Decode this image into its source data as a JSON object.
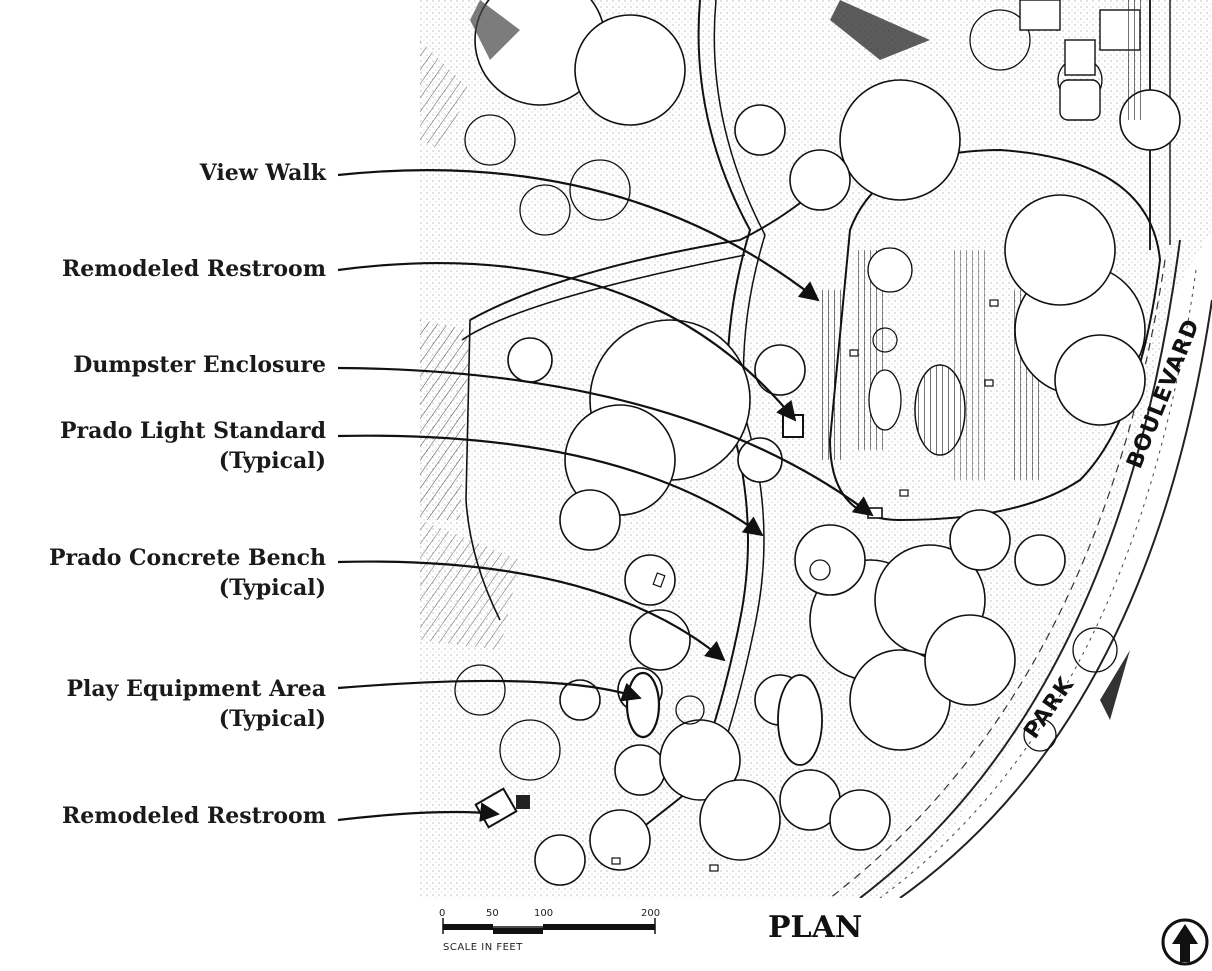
{
  "callouts": [
    {
      "line1": "View Walk",
      "line2": ""
    },
    {
      "line1": "Remodeled Restroom",
      "line2": ""
    },
    {
      "line1": "Dumpster Enclosure",
      "line2": ""
    },
    {
      "line1": "Prado Light Standard",
      "line2": "(Typical)"
    },
    {
      "line1": "Prado Concrete Bench",
      "line2": "(Typical)"
    },
    {
      "line1": "Play Equipment Area",
      "line2": "(Typical)"
    },
    {
      "line1": "Remodeled Restroom",
      "line2": ""
    }
  ],
  "street_labels": [
    "BOULEVARD",
    "PARK"
  ],
  "title": "PLAN",
  "scale_bar": {
    "ticks": [
      "0",
      "50",
      "100",
      "200"
    ],
    "caption": "SCALE IN FEET"
  },
  "north_arrow": {
    "icon": "north-arrow-icon"
  },
  "colors": {
    "ink": "#1a1a1a",
    "paper": "#ffffff"
  }
}
